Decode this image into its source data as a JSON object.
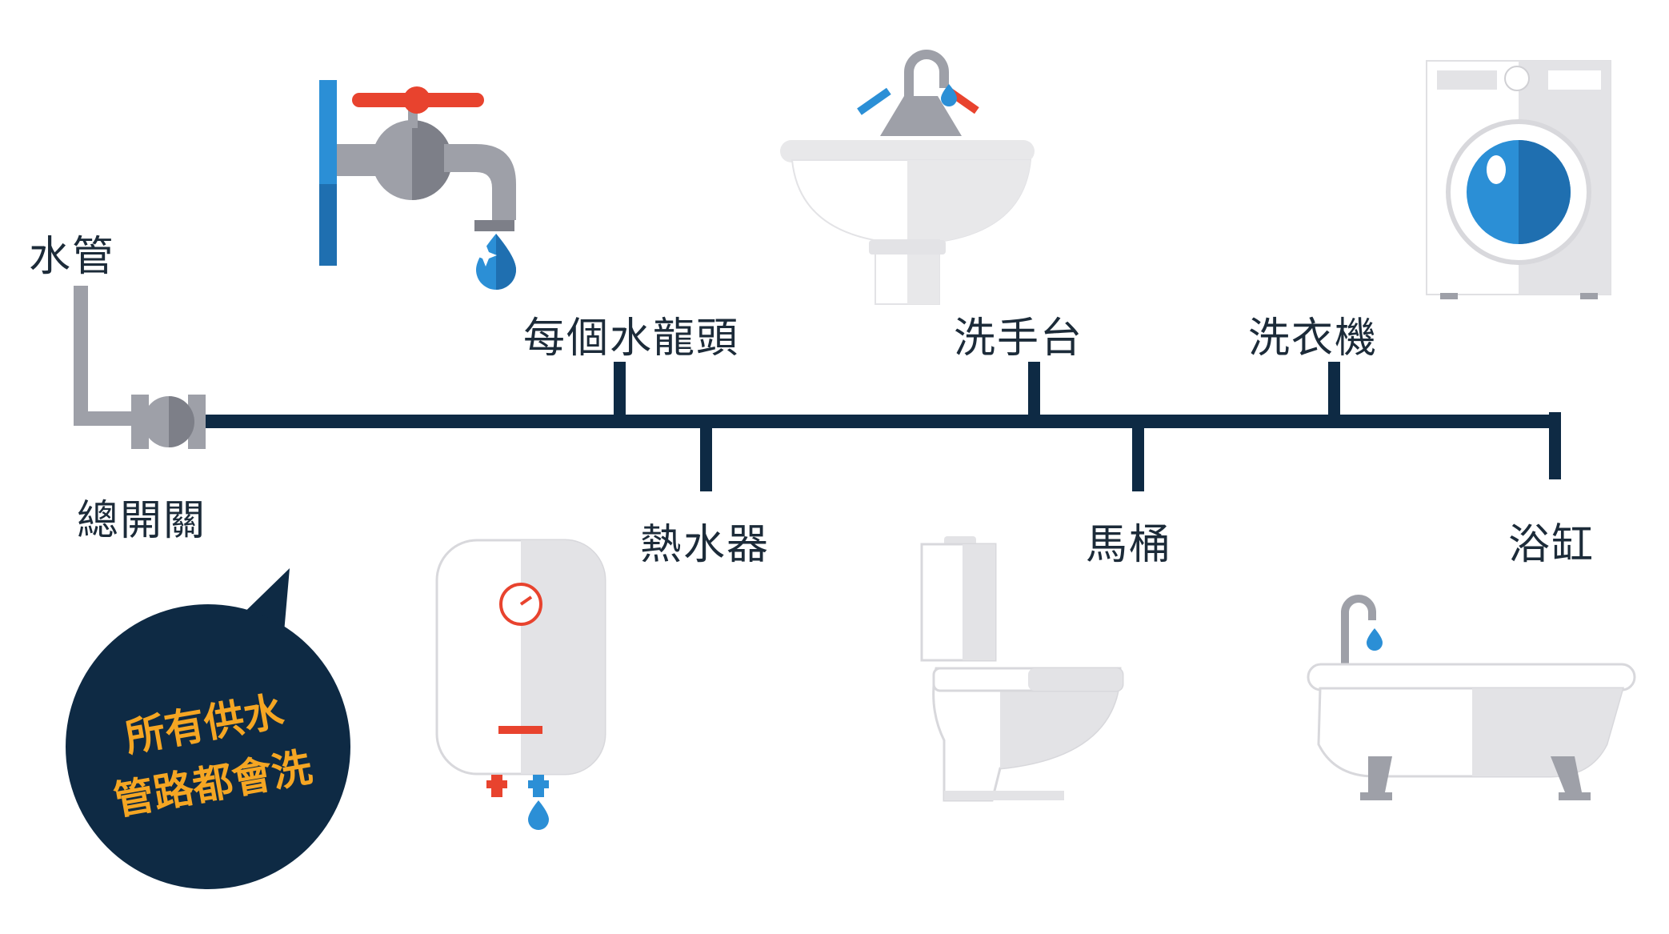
{
  "labels": {
    "water_pipe": "水管",
    "main_valve": "總開關",
    "every_faucet": "每個水龍頭",
    "water_heater": "熱水器",
    "wash_basin": "洗手台",
    "toilet": "馬桶",
    "washing_machine": "洗衣機",
    "bathtub": "浴缸"
  },
  "bubble": {
    "line1": "所有供水",
    "line2": "管路都會洗"
  },
  "colors": {
    "pipe_navy": "#0e2a44",
    "bubble_bg": "#0e2a44",
    "bubble_text": "#f5a623",
    "gray": "#9ea0a8",
    "blue": "#2b8fd6",
    "red": "#e8432e"
  }
}
